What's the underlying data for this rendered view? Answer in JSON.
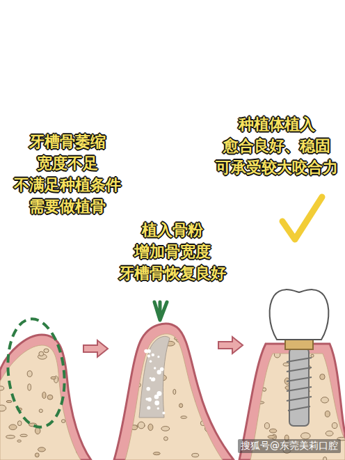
{
  "diagram": {
    "labels": [
      "牙槽骨萎缩 宽度不足 不满足种植条件 需要做植骨",
      "植入骨粉 增加骨宽度 牙槽骨恢复良好",
      "种植体植入 愈合良好、稳固 可承受较大咬合力",
      "搜狐号@东莞美莉口腔"
    ]
  }
}
